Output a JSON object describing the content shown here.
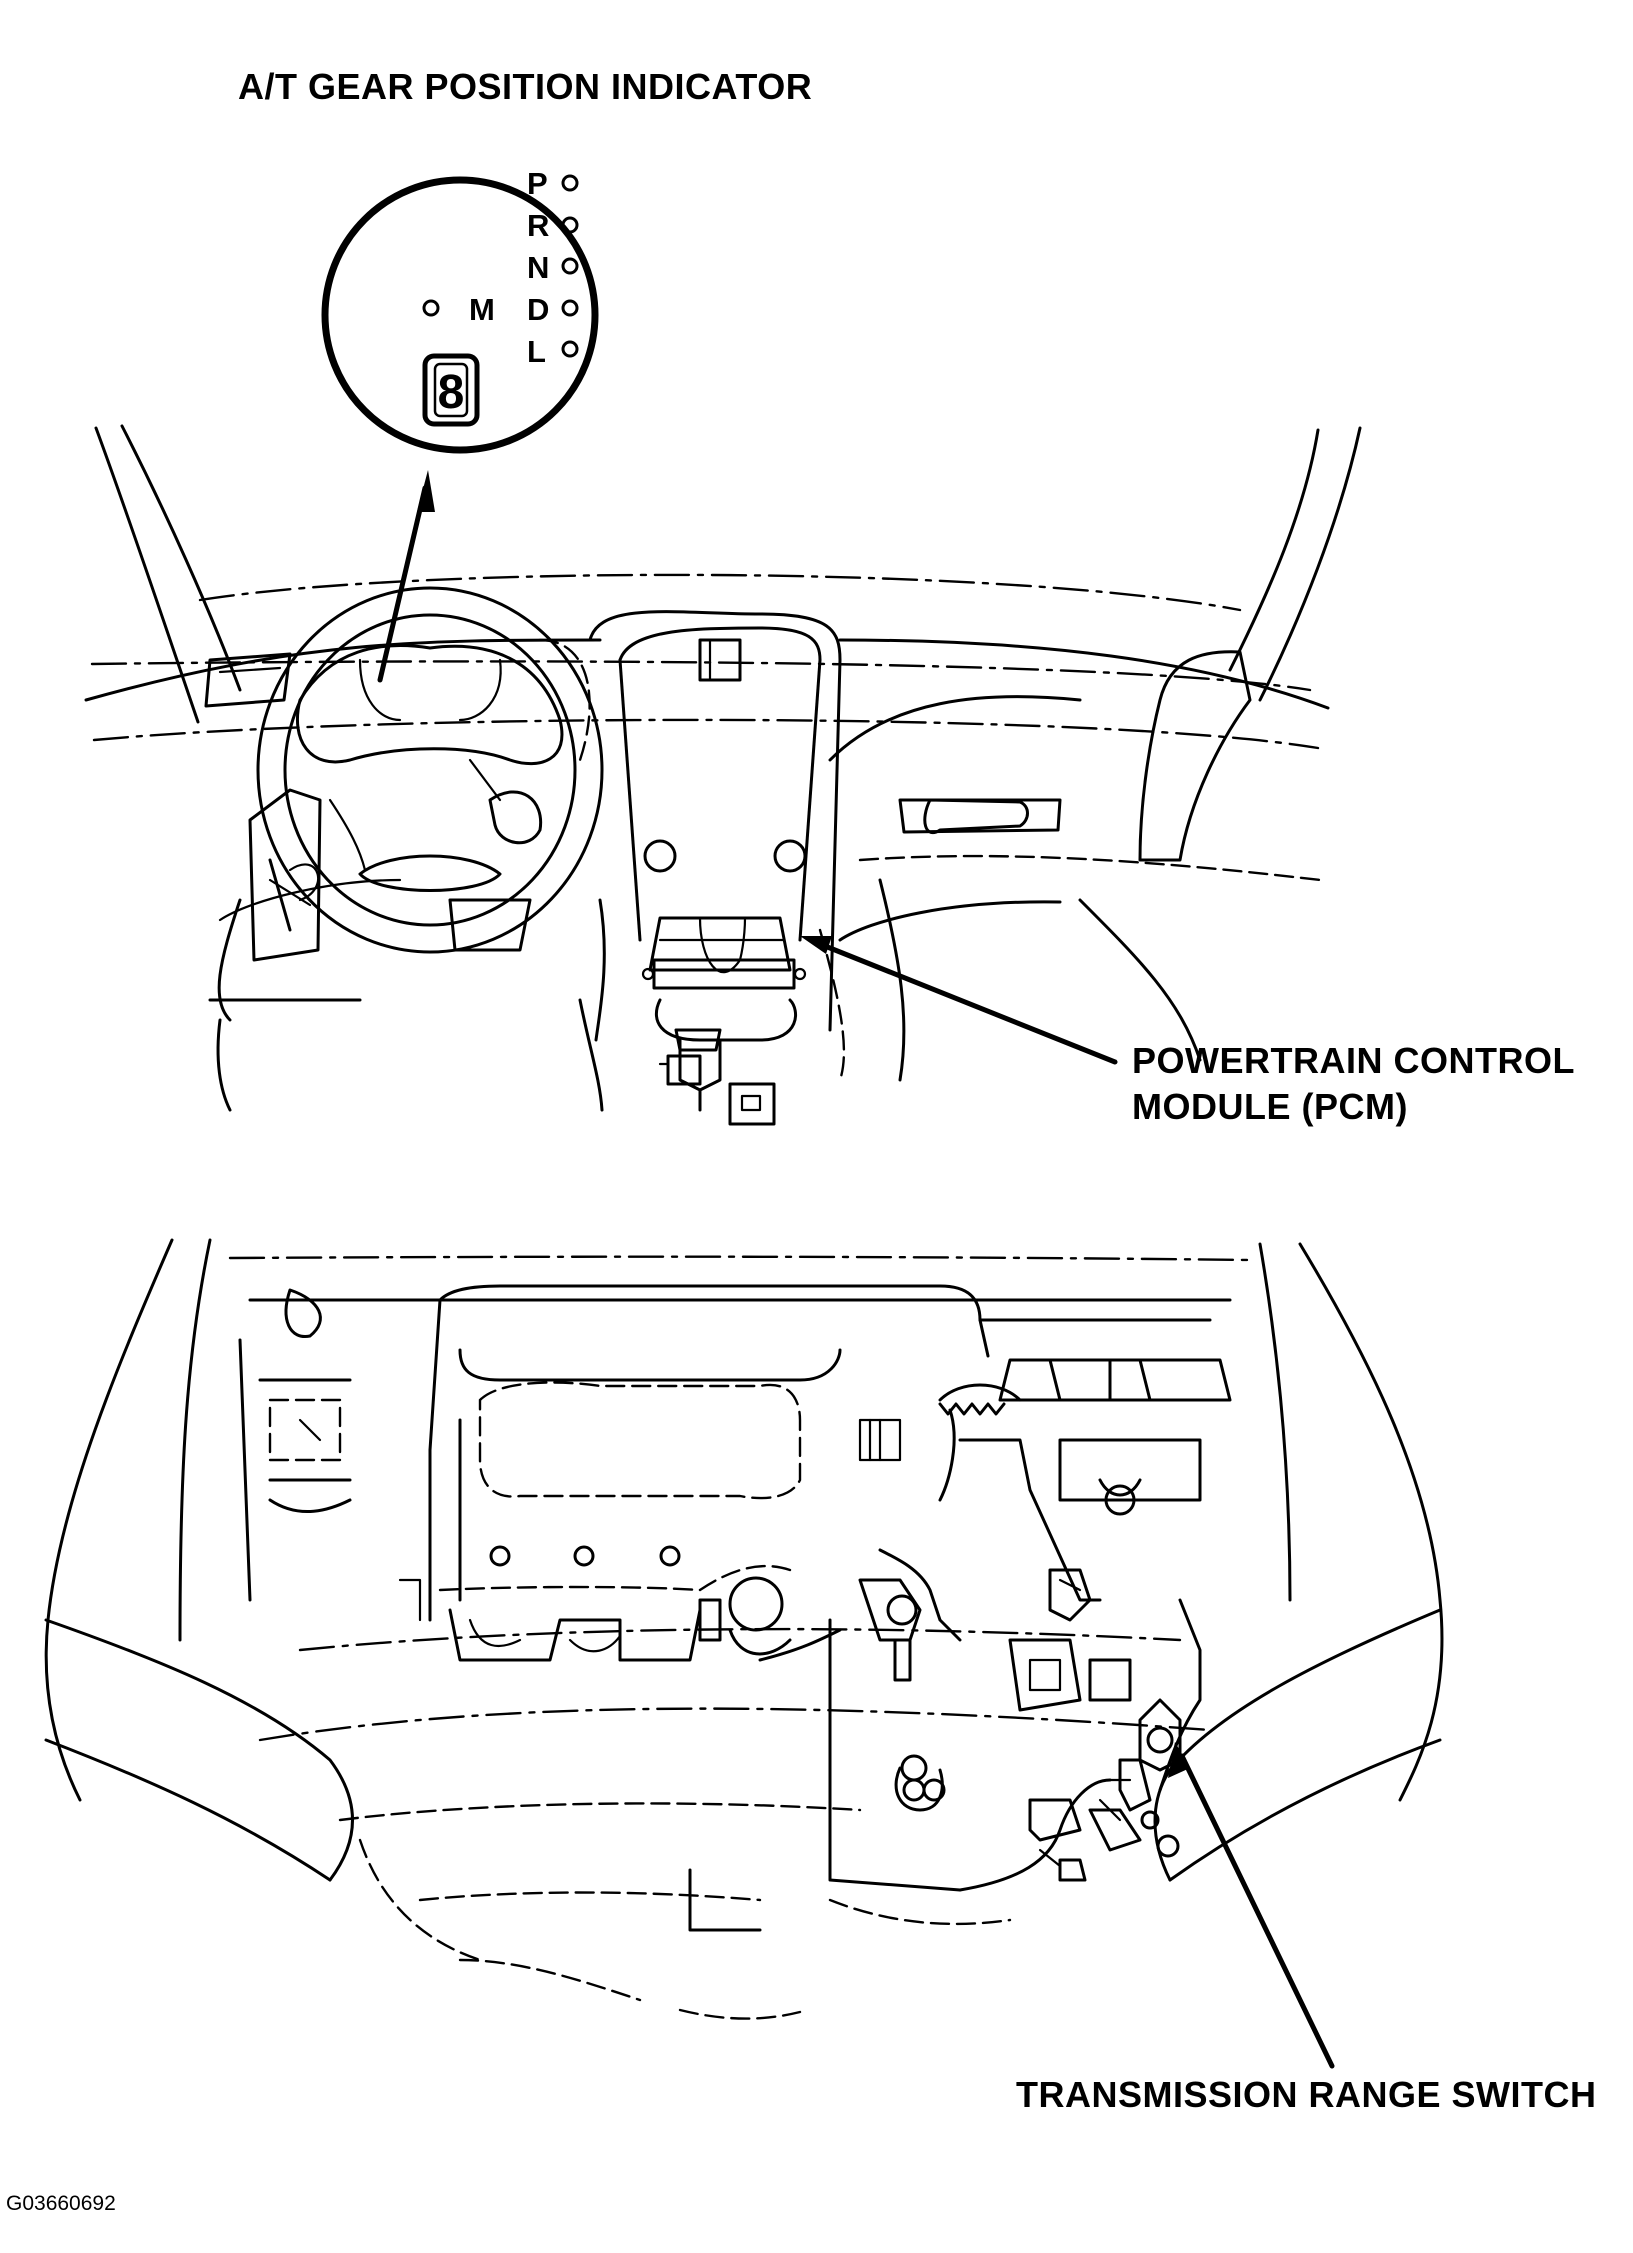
{
  "labels": {
    "indicator": "A/T GEAR POSITION INDICATOR",
    "pcm_line1": "POWERTRAIN CONTROL",
    "pcm_line2": "MODULE (PCM)",
    "transmission_range_switch": "TRANSMISSION RANGE SWITCH",
    "figure_id": "G03660692"
  },
  "indicator_gears": [
    "P",
    "R",
    "N",
    "D",
    "L"
  ],
  "indicator_mode_letter": "M",
  "indicator_digit": "8",
  "colors": {
    "ink": "#000000",
    "paper": "#ffffff"
  }
}
